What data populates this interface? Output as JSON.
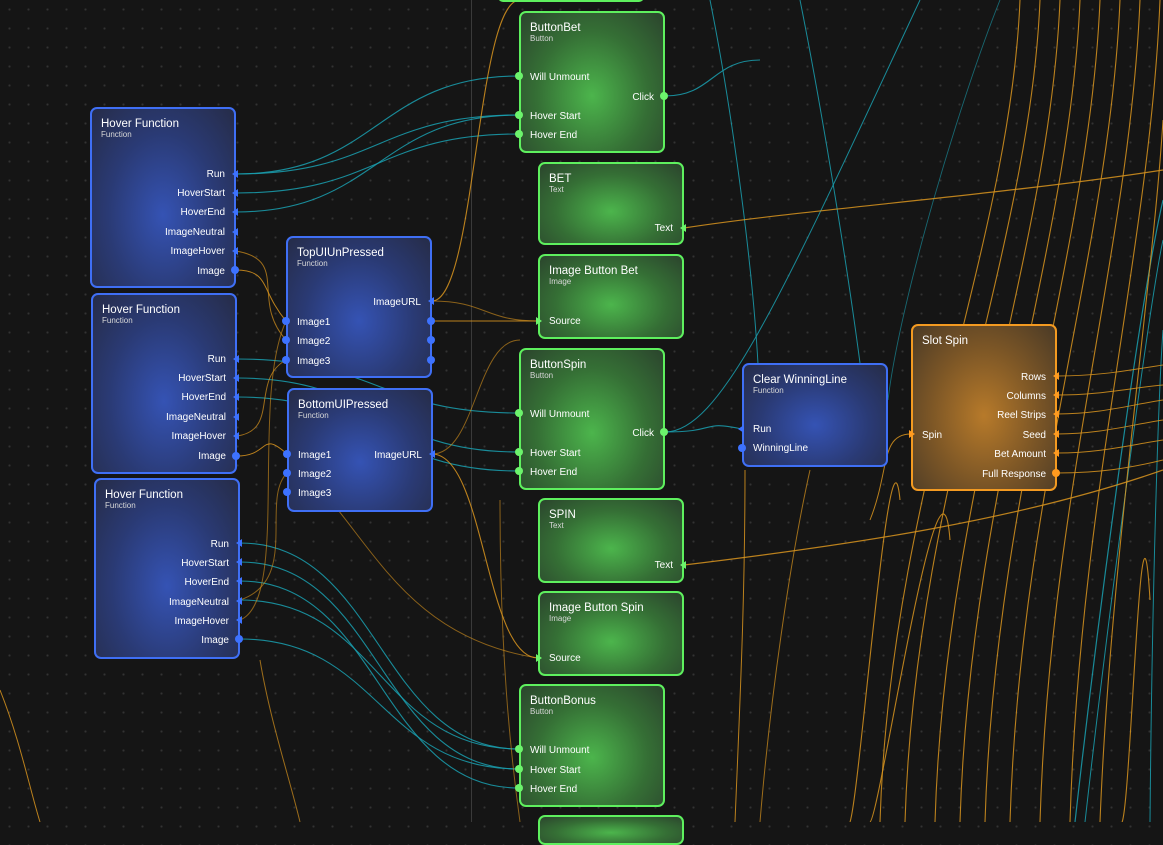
{
  "colors": {
    "function_border": "#3f6ff5",
    "component_border": "#5ef05e",
    "slot_border": "#f39a21",
    "wire_teal": "#1aa0b0",
    "wire_orange": "#d8941e",
    "background": "#151515"
  },
  "nodes": {
    "hover_function_1": {
      "title": "Hover Function",
      "type": "Function",
      "ports": [
        "Run",
        "HoverStart",
        "HoverEnd",
        "ImageNeutral",
        "ImageHover",
        "Image"
      ]
    },
    "hover_function_2": {
      "title": "Hover Function",
      "type": "Function",
      "ports": [
        "Run",
        "HoverStart",
        "HoverEnd",
        "ImageNeutral",
        "ImageHover",
        "Image"
      ]
    },
    "hover_function_3": {
      "title": "Hover Function",
      "type": "Function",
      "ports": [
        "Run",
        "HoverStart",
        "HoverEnd",
        "ImageNeutral",
        "ImageHover",
        "Image"
      ]
    },
    "top_ui_unpressed": {
      "title": "TopUIUnPressed",
      "type": "Function",
      "output": "ImageURL",
      "inputs": [
        "Image1",
        "Image2",
        "Image3"
      ]
    },
    "bottom_ui_pressed": {
      "title": "BottomUIPressed",
      "type": "Function",
      "output": "ImageURL",
      "inputs": [
        "Image1",
        "Image2",
        "Image3"
      ]
    },
    "button_bet": {
      "title": "ButtonBet",
      "type": "Button",
      "inputs": [
        "Will Unmount",
        "Hover Start",
        "Hover End"
      ],
      "output": "Click"
    },
    "bet_text": {
      "title": "BET",
      "type": "Text",
      "port": "Text"
    },
    "image_button_bet": {
      "title": "Image Button Bet",
      "type": "Image",
      "port": "Source"
    },
    "button_spin": {
      "title": "ButtonSpin",
      "type": "Button",
      "inputs": [
        "Will Unmount",
        "Hover Start",
        "Hover End"
      ],
      "output": "Click"
    },
    "spin_text": {
      "title": "SPIN",
      "type": "Text",
      "port": "Text"
    },
    "image_button_spin": {
      "title": "Image Button Spin",
      "type": "Image",
      "port": "Source"
    },
    "button_bonus": {
      "title": "ButtonBonus",
      "type": "Button",
      "inputs": [
        "Will Unmount",
        "Hover Start",
        "Hover End"
      ]
    },
    "clear_winning_line": {
      "title": "Clear WinningLine",
      "type": "Function",
      "inputs": [
        "Run",
        "WinningLine"
      ]
    },
    "slot_spin": {
      "title": "Slot Spin",
      "input": "Spin",
      "outputs": [
        "Rows",
        "Columns",
        "Reel Strips",
        "Seed",
        "Bet Amount",
        "Full Response"
      ]
    }
  }
}
